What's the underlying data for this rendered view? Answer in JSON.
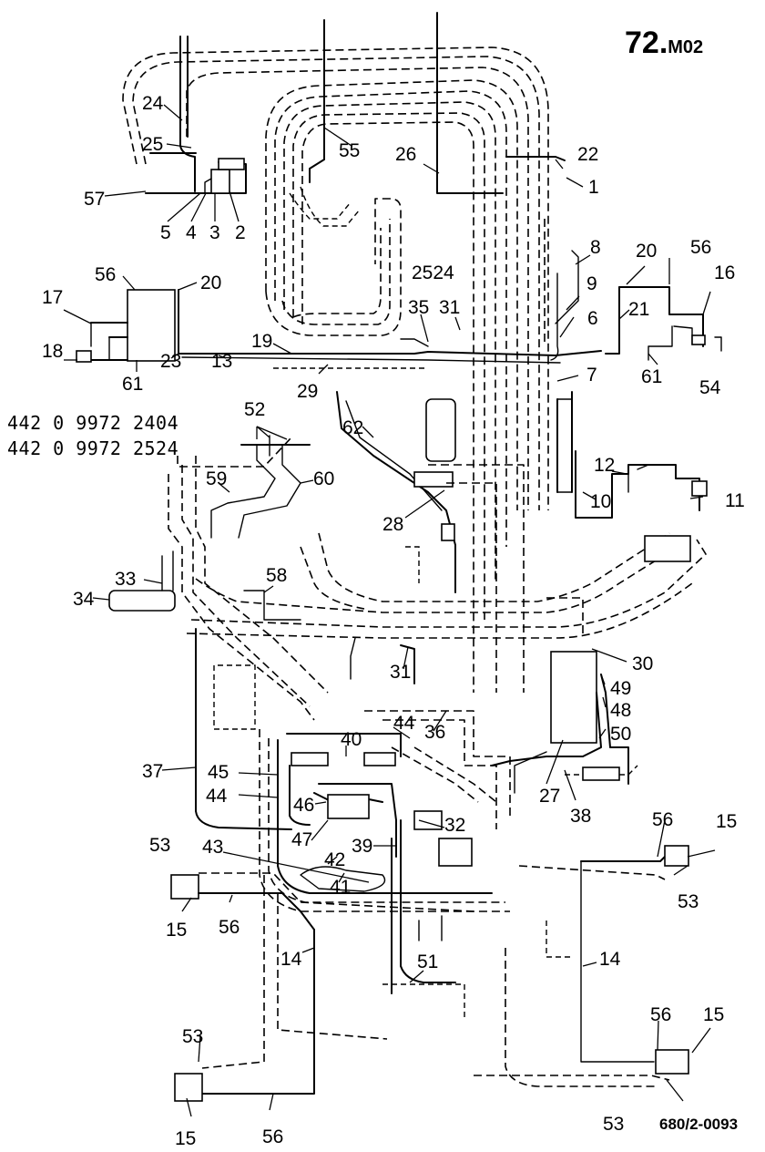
{
  "page": {
    "code": "72.",
    "code_suffix": "M02",
    "reference": "680/2-0093"
  },
  "part_numbers": [
    "442 0 9972 2404",
    "442 0 9972 2524"
  ],
  "callouts": [
    "1",
    "2",
    "3",
    "4",
    "5",
    "6",
    "7",
    "8",
    "9",
    "10",
    "11",
    "12",
    "13",
    "14",
    "14",
    "15",
    "15",
    "15",
    "15",
    "16",
    "17",
    "18",
    "19",
    "20",
    "20",
    "21",
    "22",
    "23",
    "24",
    "25",
    "26",
    "27",
    "28",
    "29",
    "30",
    "31",
    "31",
    "32",
    "33",
    "34",
    "35",
    "36",
    "37",
    "38",
    "39",
    "40",
    "41",
    "42",
    "43",
    "44",
    "44",
    "45",
    "46",
    "47",
    "48",
    "49",
    "50",
    "51",
    "52",
    "53",
    "53",
    "53",
    "53",
    "54",
    "55",
    "56",
    "56",
    "56",
    "56",
    "56",
    "56",
    "57",
    "58",
    "59",
    "60",
    "61",
    "61",
    "62"
  ],
  "labels": {
    "c1": "1",
    "c2": "2",
    "c3": "3",
    "c4": "4",
    "c5": "5",
    "c6": "6",
    "c7": "7",
    "c8": "8",
    "c9": "9",
    "c10": "10",
    "c11": "11",
    "c12": "12",
    "c13": "13",
    "c14a": "14",
    "c14b": "14",
    "c15a": "15",
    "c15b": "15",
    "c15c": "15",
    "c15d": "15",
    "c16": "16",
    "c17": "17",
    "c18": "18",
    "c19": "19",
    "c20a": "20",
    "c20b": "20",
    "c21": "21",
    "c22": "22",
    "c23": "23",
    "c24": "24",
    "c25": "25",
    "c2524": "2524",
    "c26": "26",
    "c27": "27",
    "c28": "28",
    "c29": "29",
    "c30": "30",
    "c31a": "31",
    "c31b": "31",
    "c32": "32",
    "c33": "33",
    "c34": "34",
    "c35": "35",
    "c36": "36",
    "c37": "37",
    "c38": "38",
    "c39": "39",
    "c40": "40",
    "c41": "41",
    "c42": "42",
    "c43": "43",
    "c44a": "44",
    "c44b": "44",
    "c45": "45",
    "c46": "46",
    "c47": "47",
    "c48": "48",
    "c49": "49",
    "c50": "50",
    "c51": "51",
    "c52": "52",
    "c53a": "53",
    "c53b": "53",
    "c53c": "53",
    "c53d": "53",
    "c54": "54",
    "c55": "55",
    "c56a": "56",
    "c56b": "56",
    "c56c": "56",
    "c56d": "56",
    "c56e": "56",
    "c56f": "56",
    "c57": "57",
    "c58": "58",
    "c59": "59",
    "c60": "60",
    "c61a": "61",
    "c61b": "61",
    "c62": "62"
  }
}
